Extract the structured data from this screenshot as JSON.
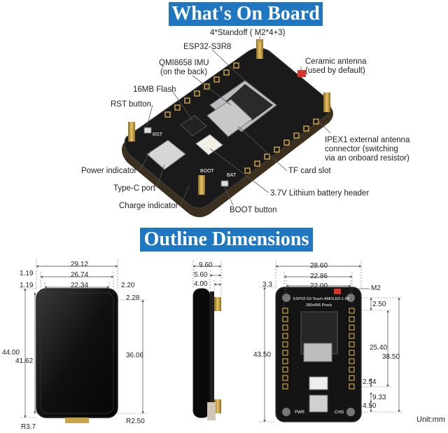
{
  "headings": {
    "top": "What's On Board",
    "bottom": "Outline Dimensions"
  },
  "callouts": {
    "standoff": "4*Standoff ( M2*4+3)",
    "esp32": "ESP32-S3R8",
    "imu_line1": "QMI8658 IMU",
    "imu_line2": "(on the back)",
    "flash": "16MB Flash",
    "rst": "RST button",
    "ceramic_line1": "Ceramic antenna",
    "ceramic_line2": "(used by default)",
    "ipex_line1": "IPEX1 external antenna",
    "ipex_line2": "connector (switching",
    "ipex_line3": "via an onboard resistor)",
    "power": "Power indicator",
    "typec": "Type-C port",
    "charge": "Charge indicator",
    "tf": "TF card slot",
    "battery": "3.7V Lithium battery header",
    "boot": "BOOT button"
  },
  "board_silkscreen": {
    "rst": "RST",
    "pwr": "PWR",
    "chg": "CHG",
    "boot": "BOOT",
    "bat": "BAT",
    "title_line1": "ESP32-S3-Touch-AMOLED-1.64",
    "title_line2": "280x456 Pixels"
  },
  "dims_front": {
    "w1": "29.12",
    "w2": "26.74",
    "w3": "22.34",
    "l1": "1.19",
    "l2": "1.19",
    "r1": "2.20",
    "r2": "2.28",
    "h1": "44.00",
    "h2": "41.62",
    "h3": "36.06",
    "rc1": "R3.7",
    "rc2": "R2.50"
  },
  "dims_side": {
    "d1": "9.60",
    "d2": "5.60",
    "d3": "4.00"
  },
  "dims_back": {
    "w1": "28.60",
    "w2": "22.86",
    "w3": "22.00",
    "l1": "3.3",
    "screw": "M2",
    "t1": "2.50",
    "h1": "43.50",
    "h2": "25.40",
    "h3": "38.50",
    "s1": "2.54",
    "s2": "9.33",
    "s3": "4.50"
  },
  "unit": "Unit:mm"
}
